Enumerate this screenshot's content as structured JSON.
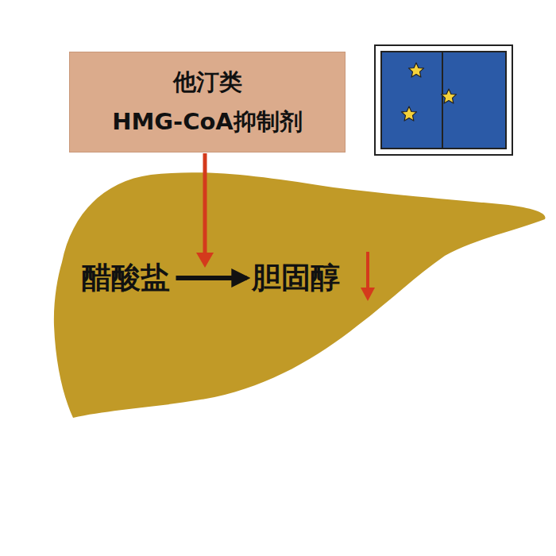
{
  "diagram": {
    "nodes": [
      {
        "text": [
          "他汀类",
          "HMG-CoA抑制剂"
        ]
      },
      {
        "text": [
          "醋酸盐"
        ]
      },
      {
        "text": [
          "胆固醇"
        ]
      }
    ],
    "edges": [
      {
        "from": 1,
        "to": 2,
        "arrow": "to"
      }
    ]
  }
}
